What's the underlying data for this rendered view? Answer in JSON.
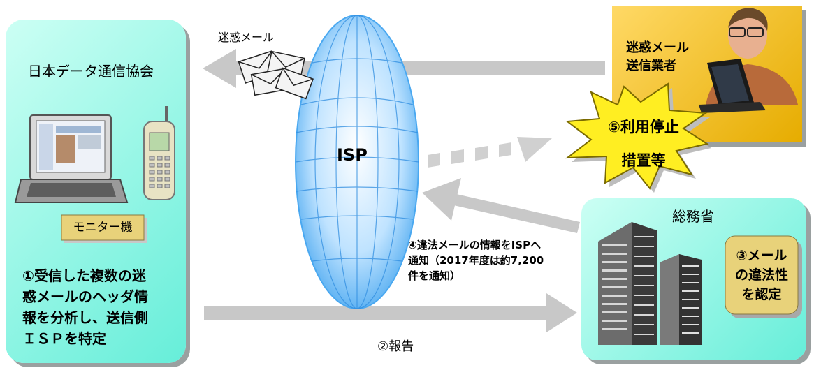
{
  "left_panel": {
    "title": "日本データ通信協会",
    "monitor_label": "モニター機",
    "step1_lines": [
      "①受信した複数の迷",
      "惑メールのヘッダ情",
      "報を分析し、送信側",
      "ＩＳＰを特定"
    ]
  },
  "spam_mail_label": "迷惑メール",
  "isp_label": "ISP",
  "spam_sender": {
    "lines": [
      "迷惑メール",
      "送信業者"
    ]
  },
  "step5": {
    "lines": [
      "⑤利用停止",
      "措置等"
    ]
  },
  "ministry": {
    "title": "総務省",
    "step3_lines": [
      "③メール",
      "の違法性",
      "を認定"
    ]
  },
  "step4_lines": [
    "④違法メールの情報をISPへ",
    "通知（2017年度は約7,200",
    "件を通知）"
  ],
  "step2_label": "②報告",
  "colors": {
    "panel_fill": "#66eed9",
    "arrow": "#c8c8c8",
    "burst": "#ffee22",
    "spam_panel": "#f0b820"
  }
}
